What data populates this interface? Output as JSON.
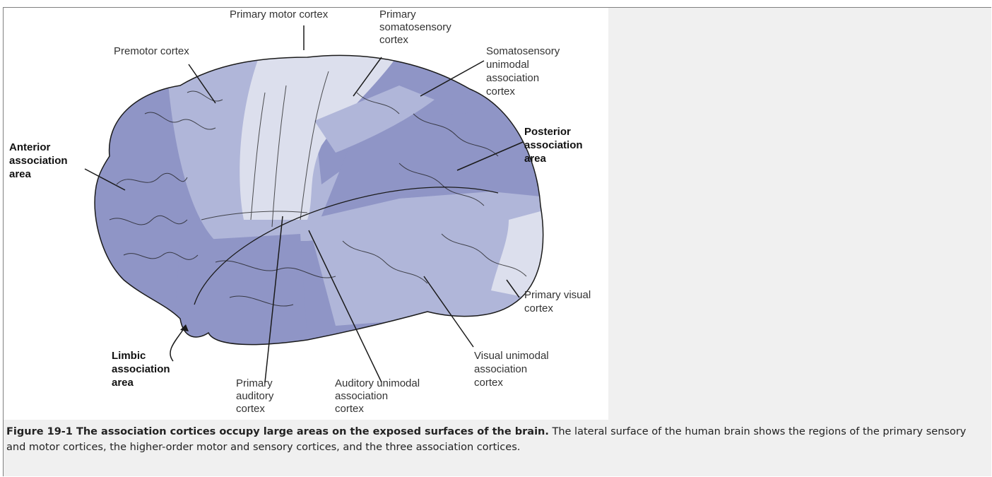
{
  "labels": {
    "primary_motor": [
      "Primary motor cortex"
    ],
    "primary_somatosensory": [
      "Primary",
      "somatosensory",
      "cortex"
    ],
    "premotor": [
      "Premotor cortex"
    ],
    "somatosensory_unimodal": [
      "Somatosensory",
      "unimodal",
      "association",
      "cortex"
    ],
    "anterior": [
      "Anterior",
      "association",
      "area"
    ],
    "posterior": [
      "Posterior",
      "association",
      "area"
    ],
    "primary_visual": [
      "Primary visual",
      "cortex"
    ],
    "limbic": [
      "Limbic",
      "association",
      "area"
    ],
    "primary_auditory": [
      "Primary",
      "auditory",
      "cortex"
    ],
    "auditory_unimodal": [
      "Auditory unimodal",
      "association",
      "cortex"
    ],
    "visual_unimodal": [
      "Visual unimodal",
      "association",
      "cortex"
    ]
  },
  "caption": {
    "title": "Figure 19-1 The association cortices occupy large areas on the exposed surfaces of the brain.",
    "text": " The lateral surface of the human brain shows the regions of the primary sensory and motor cortices, the higher-order motor and sensory cortices, and the three association cortices."
  },
  "colors": {
    "dark_region": "#8f95c6",
    "mid_region": "#b0b6d9",
    "light_region": "#dcdfed",
    "outline": "#1a1a1a"
  }
}
